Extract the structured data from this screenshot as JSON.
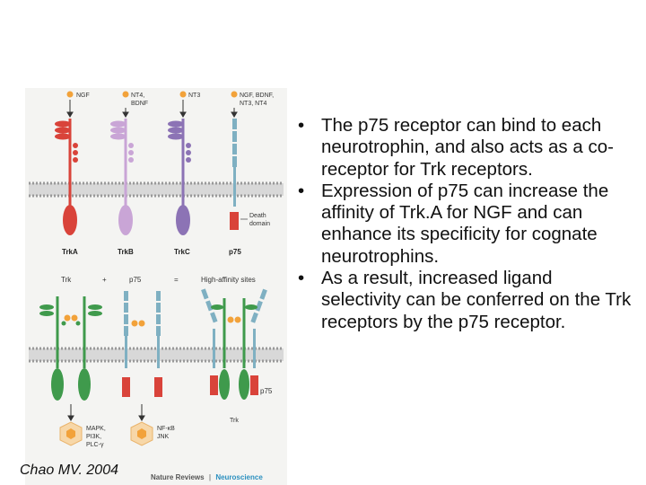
{
  "figure": {
    "top_panel": {
      "ligand_labels": [
        "NGF",
        "NT4,",
        "BDNF",
        "NT3",
        "NGF, BDNF,",
        "NT3, NT4"
      ],
      "receptor_labels": [
        "TrkA",
        "TrkB",
        "TrkC",
        "p75"
      ],
      "death_domain_label": [
        "Death",
        "domain"
      ]
    },
    "bottom_panel": {
      "header": [
        "Trk",
        "+",
        "p75",
        "=",
        "High-affinity sites"
      ],
      "p75_label": "p75",
      "trk_label": "Trk",
      "pathways_left": [
        "MAPK,",
        "PI3K,",
        "PLC-γ"
      ],
      "pathways_right": [
        "NF-κB",
        "JNK"
      ]
    },
    "journal": {
      "name": "Nature Reviews",
      "separator": "|",
      "section": "Neuroscience"
    },
    "colors": {
      "trkA": "#d9433a",
      "trkB": "#c9a5d6",
      "trkC": "#8c73b5",
      "p75": "#7fb0c2",
      "trk_green": "#3f9a4c",
      "ligand": "#f2a23a",
      "membrane": "#aaaaaa"
    }
  },
  "credit": "Chao MV. 2004",
  "bullets": [
    {
      "marker": "•",
      "text": "The p75 receptor can bind to each neurotrophin, and also acts as a co-receptor for Trk receptors."
    },
    {
      "marker": "•",
      "text": "Expression of p75 can increase the affinity of Trk.A for NGF and can enhance its specificity for cognate neurotrophins."
    },
    {
      "marker": "•",
      "text": "As a result, increased ligand selectivity can be conferred on the Trk receptors by the p75 receptor."
    }
  ]
}
